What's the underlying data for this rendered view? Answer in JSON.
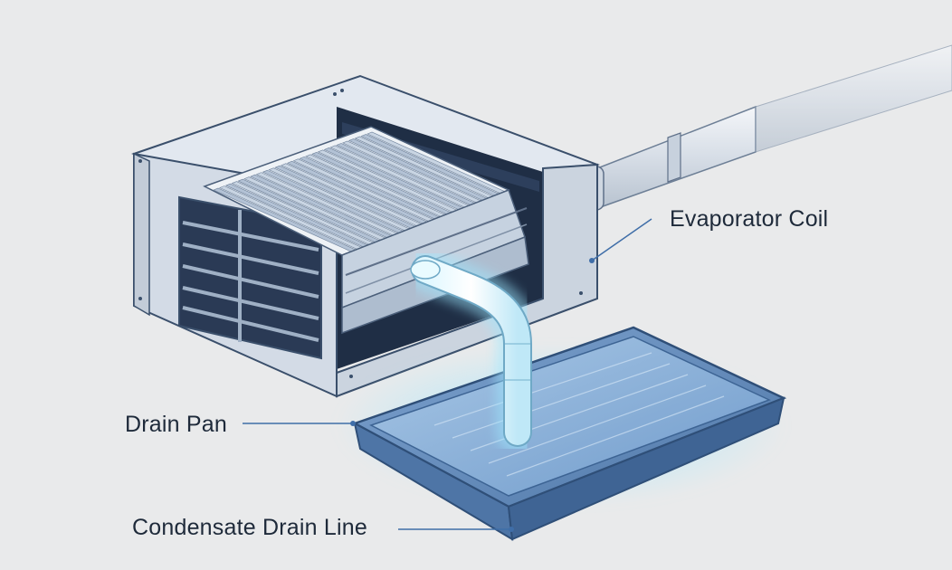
{
  "labels": {
    "evaporator_coil": "Evaporator Coil",
    "drain_pan": "Drain Pan",
    "condensate_drain_line": "Condensate Drain Line"
  },
  "colors": {
    "background": "#e9eaeb",
    "outline": "#3a4f6b",
    "housing_front": "#d3dbe6",
    "housing_top": "#e2e8f0",
    "housing_side": "#bdc8d6",
    "coil_fin": "#b9c7d8",
    "pan_fill": "#5d86b8",
    "water_glow": "#9fe8ff",
    "leader_line": "#3f6ea8"
  },
  "icons": {
    "callout_dot": "dot-icon"
  }
}
